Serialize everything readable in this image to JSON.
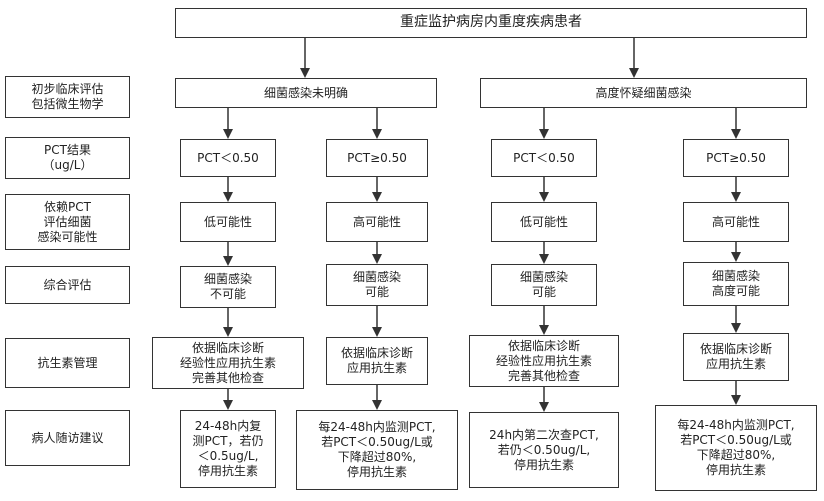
{
  "title": "重症监护病房内重度疾病患者",
  "rows": [
    "初步临床评估\n包括微生物学",
    "PCT结果\n（ug/L）",
    "依赖PCT\n评估细菌\n感染可能性",
    "综合评估",
    "抗生素管理",
    "病人随访建议"
  ],
  "groups": [
    "细菌感染未明确",
    "高度怀疑细菌感染"
  ],
  "columns": [
    {
      "pct": "PCT＜0.50",
      "likelihood": "低可能性",
      "assessment": "细菌感染\n不可能",
      "management": "依据临床诊断\n经验性应用抗生素\n完善其他检查",
      "followup": "24-48h内复\n测PCT，若仍\n＜0.5ug/L,\n停用抗生素"
    },
    {
      "pct": "PCT≥0.50",
      "likelihood": "高可能性",
      "assessment": "细菌感染\n可能",
      "management": "依据临床诊断\n应用抗生素",
      "followup": "每24-48h内监测PCT,\n若PCT＜0.50ug/L或\n下降超过80%,\n停用抗生素"
    },
    {
      "pct": "PCT＜0.50",
      "likelihood": "低可能性",
      "assessment": "细菌感染\n可能",
      "management": "依据临床诊断\n经验性应用抗生素\n完善其他检查",
      "followup": "24h内第二次查PCT,\n若仍＜0.50ug/L,\n停用抗生素"
    },
    {
      "pct": "PCT≥0.50",
      "likelihood": "高可能性",
      "assessment": "细菌感染\n高度可能",
      "management": "依据临床诊断\n应用抗生素",
      "followup": "每24-48h内监测PCT,\n若PCT＜0.50ug/L或\n下降超过80%,\n停用抗生素"
    }
  ]
}
